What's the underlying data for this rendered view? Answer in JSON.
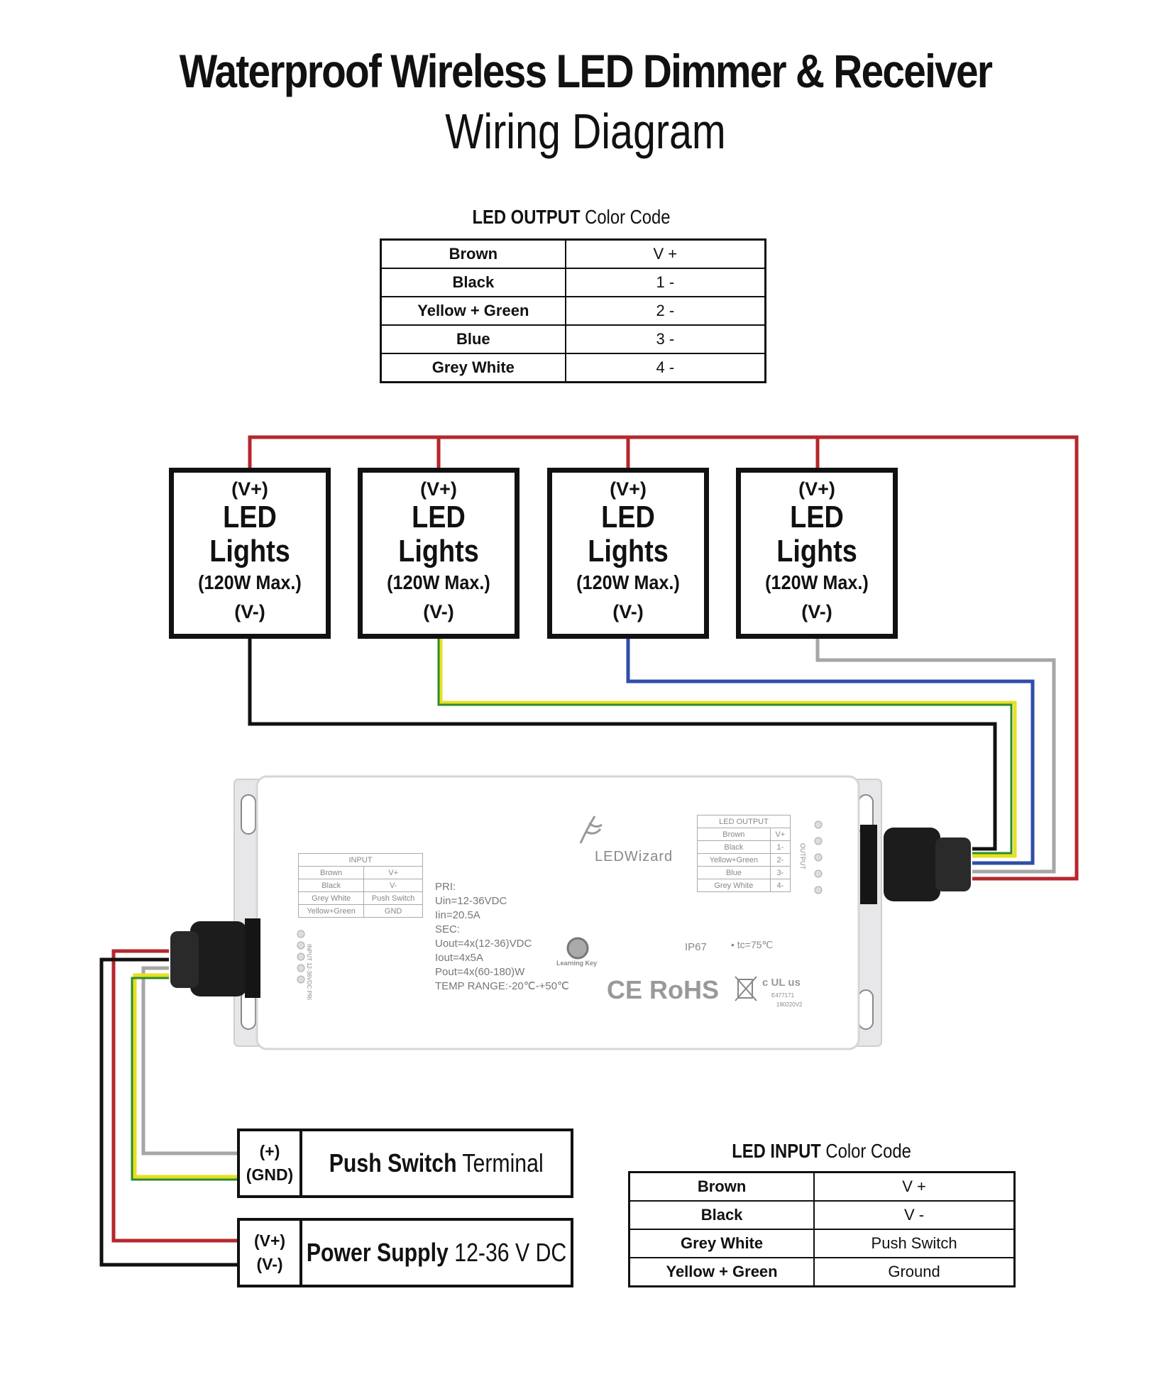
{
  "title": "Waterproof Wireless LED Dimmer & Receiver",
  "subtitle": "Wiring Diagram",
  "output_table": {
    "caption_bold": "LED OUTPUT",
    "caption_rest": " Color Code",
    "rows": [
      {
        "color": "Brown",
        "value": "V +"
      },
      {
        "color": "Black",
        "value": "1 -"
      },
      {
        "color": "Yellow + Green",
        "value": "2 -"
      },
      {
        "color": "Blue",
        "value": "3 -"
      },
      {
        "color": "Grey White",
        "value": "4 -"
      }
    ]
  },
  "input_table": {
    "caption_bold": "LED INPUT",
    "caption_rest": " Color Code",
    "rows": [
      {
        "color": "Brown",
        "value": "V +"
      },
      {
        "color": "Black",
        "value": "V -"
      },
      {
        "color": "Grey White",
        "value": "Push Switch"
      },
      {
        "color": "Yellow + Green",
        "value": "Ground"
      }
    ]
  },
  "led_lights": [
    {
      "vplus": "(V+)",
      "line1": "LED",
      "line2": "Lights",
      "max": "(120W Max.)",
      "vminus": "(V-)"
    },
    {
      "vplus": "(V+)",
      "line1": "LED",
      "line2": "Lights",
      "max": "(120W Max.)",
      "vminus": "(V-)"
    },
    {
      "vplus": "(V+)",
      "line1": "LED",
      "line2": "Lights",
      "max": "(120W Max.)",
      "vminus": "(V-)"
    },
    {
      "vplus": "(V+)",
      "line1": "LED",
      "line2": "Lights",
      "max": "(120W Max.)",
      "vminus": "(V-)"
    }
  ],
  "push_switch": {
    "pol_top": "(+)",
    "pol_bottom": "(GND)",
    "label_bold": "Push Switch",
    "label_rest": " Terminal"
  },
  "power_supply": {
    "pol_top": "(V+)",
    "pol_bottom": "(V-)",
    "label_bold": "Power Supply",
    "label_rest": " 12-36 V DC"
  },
  "device": {
    "brand": "LEDWizard",
    "input_label": {
      "header": "INPUT",
      "rows": [
        [
          "Brown",
          "V+"
        ],
        [
          "Black",
          "V-"
        ],
        [
          "Grey White",
          "Push Switch"
        ],
        [
          "Yellow+Green",
          "GND"
        ]
      ],
      "side": "INPUT 12-36VDC PRI"
    },
    "output_label": {
      "header": "LED OUTPUT",
      "rows": [
        [
          "Brown",
          "V+"
        ],
        [
          "Black",
          "1-"
        ],
        [
          "Yellow+Green",
          "2-"
        ],
        [
          "Blue",
          "3-"
        ],
        [
          "Grey White",
          "4-"
        ]
      ],
      "side": "OUTPUT"
    },
    "specs": [
      "PRI:",
      "Uin=12-36VDC",
      "Iin=20.5A",
      "SEC:",
      "Uout=4x(12-36)VDC",
      "Iout=4x5A",
      "Pout=4x(60-180)W",
      "TEMP RANGE:-20℃-+50℃"
    ],
    "learning_key": "Learning Key",
    "ip": "IP67",
    "tc": "• tc=75℃",
    "cert": "CE RoHS",
    "ul": "c UL us",
    "file_no": "E477171",
    "date_code": "190220V2"
  },
  "wire_colors": {
    "red": "#b5272d",
    "black": "#111111",
    "green": "#2e8b2e",
    "yellow": "#e8e020",
    "blue": "#2f4ea8",
    "grey": "#a6a6a6"
  }
}
